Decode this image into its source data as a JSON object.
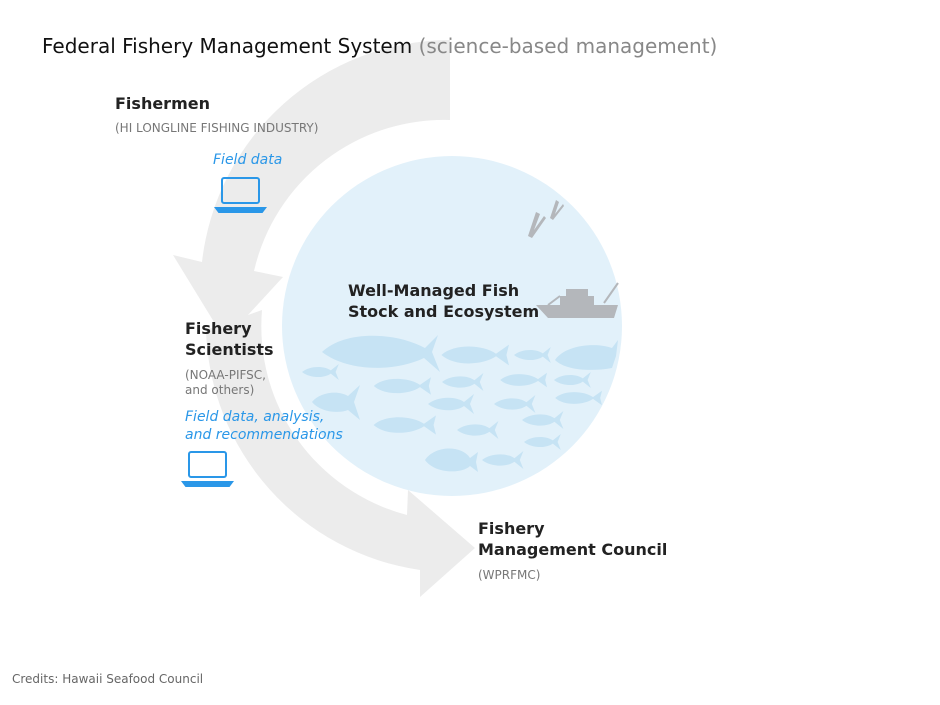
{
  "title": {
    "main": "Federal Fishery Management System",
    "subtitle": "(science-based management)"
  },
  "fishermen": {
    "heading": "Fishermen",
    "detail": "(HI LONGLINE FISHING INDUSTRY)",
    "output": "Field data"
  },
  "scientists": {
    "heading": "Fishery\nScientists",
    "detail": "(NOAA-PIFSC,\nand others)",
    "output": "Field data, analysis,\nand recommendations"
  },
  "center": {
    "label": "Well-Managed Fish\nStock and Ecosystem"
  },
  "council": {
    "heading": "Fishery\nManagement Council",
    "detail": "(WPRFMC)"
  },
  "credits": "Credits: Hawaii Seafood Council",
  "colors": {
    "arrow": "#ececec",
    "circle": "#e2f1fa",
    "fish": "#c6e3f4",
    "boat": "#b4b7bb",
    "laptop": "#2a97e8"
  },
  "icons": [
    "laptop-icon",
    "laptop-icon",
    "bird-icon",
    "boat-icon",
    "fish-icon"
  ]
}
